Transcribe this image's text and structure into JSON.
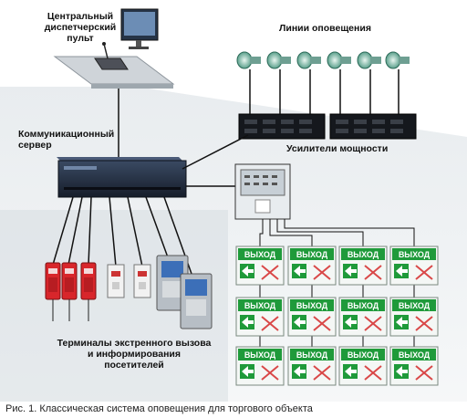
{
  "labels": {
    "console_line1": "Центральный",
    "console_line2": "диспетчерский",
    "console_line3": "пульт",
    "lines": "Линии оповещения",
    "server_line1": "Коммуникационный",
    "server_line2": "сервер",
    "amplifiers": "Усилители мощности",
    "terminals_line1": "Терминалы экстренного вызова",
    "terminals_line2": "и информирования посетителей"
  },
  "exit_sign_text": "ВЫХОД",
  "caption": "Рис. 1. Классическая система оповещения для торгового объекта"
}
